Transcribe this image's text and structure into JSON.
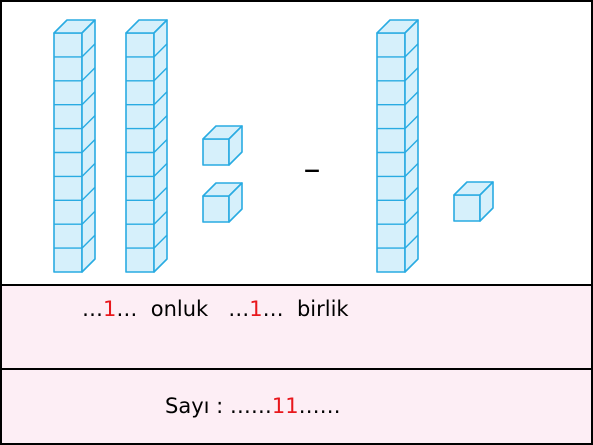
{
  "diagram": {
    "left_group": {
      "rods": 2,
      "unit_cubes": 2
    },
    "operator": "–",
    "right_group": {
      "rods": 1,
      "unit_cubes": 1
    },
    "cubes_per_rod": 10,
    "cube_fill": "#d6f0fb",
    "cube_stroke": "#29abe2"
  },
  "answer": {
    "line1": {
      "tens_prefix": "…",
      "tens_value": "1",
      "tens_suffix": "…",
      "tens_word": "onluk",
      "ones_prefix": "…",
      "ones_value": "1",
      "ones_suffix": "…",
      "ones_word": "birlik"
    },
    "line2": {
      "label": "Sayı :",
      "prefix": "……",
      "value": "11",
      "suffix": "……"
    }
  }
}
